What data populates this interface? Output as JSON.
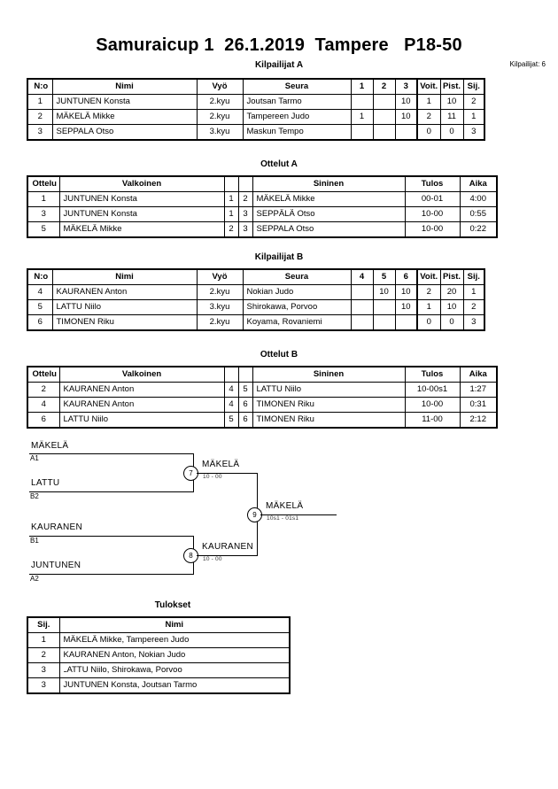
{
  "document": {
    "title": "Samuraicup 1  26.1.2019  Tampere   P18-50",
    "entrant_count_label": "Kilpailijat: 6"
  },
  "pool_a": {
    "caption": "Kilpailijat A",
    "headers": [
      "N:o",
      "Nimi",
      "Vyö",
      "Seura",
      "1",
      "2",
      "3",
      "Voit.",
      "Pist.",
      "Sij."
    ],
    "rows": [
      {
        "no": "1",
        "name": "JUNTUNEN Konsta",
        "belt": "2.kyu",
        "club": "Joutsan Tarmo",
        "m1": "",
        "m2": "",
        "m3": "10",
        "wins": "1",
        "points": "10",
        "rank": "2"
      },
      {
        "no": "2",
        "name": "MÄKELÄ Mikke",
        "belt": "2.kyu",
        "club": "Tampereen Judo",
        "m1": "1",
        "m2": "",
        "m3": "10",
        "wins": "2",
        "points": "11",
        "rank": "1"
      },
      {
        "no": "3",
        "name": "SEPPALA Otso",
        "belt": "3.kyu",
        "club": "Maskun Tempo",
        "m1": "",
        "m2": "",
        "m3": "",
        "wins": "0",
        "points": "0",
        "rank": "3"
      }
    ]
  },
  "matches_a": {
    "caption": "Ottelut A",
    "headers": [
      "Ottelu",
      "Valkoinen",
      "",
      "",
      "Sininen",
      "Tulos",
      "Aika"
    ],
    "rows": [
      {
        "no": "1",
        "white": "JUNTUNEN Konsta",
        "wnum": "1",
        "bnum": "2",
        "blue": "MÄKELÄ Mikke",
        "result": "00-01",
        "time": "4:00"
      },
      {
        "no": "3",
        "white": "JUNTUNEN Konsta",
        "wnum": "1",
        "bnum": "3",
        "blue": "SEPPÄLÄ Otso",
        "result": "10-00",
        "time": "0:55"
      },
      {
        "no": "5",
        "white": "MÄKELÄ Mikke",
        "wnum": "2",
        "bnum": "3",
        "blue": "SEPPALA Otso",
        "result": "10-00",
        "time": "0:22"
      }
    ]
  },
  "pool_b": {
    "caption": "Kilpailijat B",
    "headers": [
      "N:o",
      "Nimi",
      "Vyö",
      "Seura",
      "4",
      "5",
      "6",
      "Voit.",
      "Pist.",
      "Sij."
    ],
    "rows": [
      {
        "no": "4",
        "name": "KAURANEN Anton",
        "belt": "2.kyu",
        "club": "Nokian Judo",
        "m1": "",
        "m2": "10",
        "m3": "10",
        "wins": "2",
        "points": "20",
        "rank": "1"
      },
      {
        "no": "5",
        "name": "LATTU Niilo",
        "belt": "3.kyu",
        "club": "Shirokawa, Porvoo",
        "m1": "",
        "m2": "",
        "m3": "10",
        "wins": "1",
        "points": "10",
        "rank": "2"
      },
      {
        "no": "6",
        "name": "TIMONEN Riku",
        "belt": "2.kyu",
        "club": "Koyama, Rovaniemi",
        "m1": "",
        "m2": "",
        "m3": "",
        "wins": "0",
        "points": "0",
        "rank": "3"
      }
    ]
  },
  "matches_b": {
    "caption": "Ottelut B",
    "headers": [
      "Ottelu",
      "Valkoinen",
      "",
      "",
      "Sininen",
      "Tulos",
      "Aika"
    ],
    "rows": [
      {
        "no": "2",
        "white": "KAURANEN Anton",
        "wnum": "4",
        "bnum": "5",
        "blue": "LATTU Niilo",
        "result": "10-00s1",
        "time": "1:27"
      },
      {
        "no": "4",
        "white": "KAURANEN Anton",
        "wnum": "4",
        "bnum": "6",
        "blue": "TIMONEN Riku",
        "result": "10-00",
        "time": "0:31"
      },
      {
        "no": "6",
        "white": "LATTU Niilo",
        "wnum": "5",
        "bnum": "6",
        "blue": "TIMONEN Riku",
        "result": "11-00",
        "time": "2:12"
      }
    ]
  },
  "bracket": {
    "entrants": [
      {
        "name": "MÄKELÄ",
        "seed": "A1"
      },
      {
        "name": "LATTU",
        "seed": "B2"
      },
      {
        "name": "KAURANEN",
        "seed": "B1"
      },
      {
        "name": "JUNTUNEN",
        "seed": "A2"
      }
    ],
    "semifinal_top": {
      "number": "7",
      "winner": "MÄKELÄ",
      "score": "10 - 00"
    },
    "semifinal_bottom": {
      "number": "8",
      "winner": "KAURANEN",
      "score": "10 - 00"
    },
    "final": {
      "number": "9",
      "winner": "MÄKELÄ",
      "score": "10s1 - 01s1"
    }
  },
  "results": {
    "caption": "Tulokset",
    "headers": [
      "Sij.",
      "Nimi"
    ],
    "rows": [
      {
        "rank": "1",
        "name": "MÄKELÄ Mikke, Tampereen Judo",
        "clipped": false
      },
      {
        "rank": "2",
        "name": "KAURANEN Anton, Nokian Judo",
        "clipped": false
      },
      {
        "rank": "3",
        "name": "LATTU Niilo, Shirokawa, Porvoo",
        "clipped": true
      },
      {
        "rank": "3",
        "name": "JUNTUNEN Konsta, Joutsan Tarmo",
        "clipped": false
      }
    ]
  }
}
